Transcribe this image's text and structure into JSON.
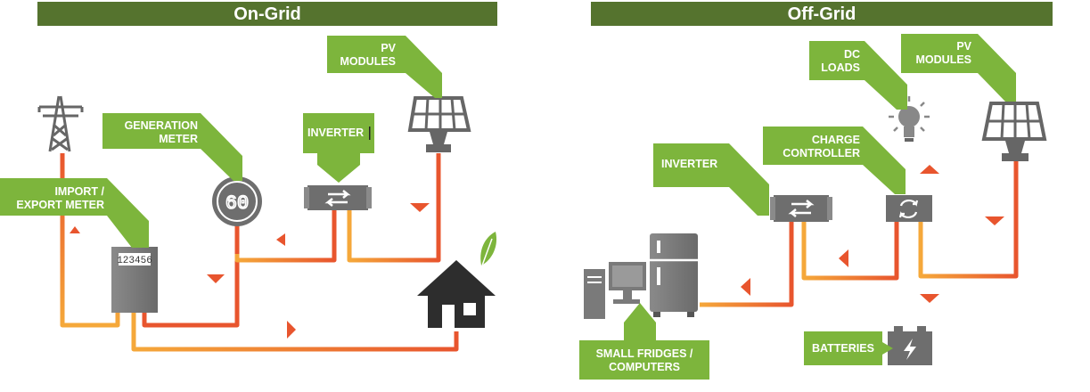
{
  "on_grid": {
    "header": "On-Grid",
    "labels": {
      "pv_modules": [
        "PV",
        "MODULES"
      ],
      "generation_meter": [
        "GENERATION",
        "METER"
      ],
      "inverter": [
        "INVERTER"
      ],
      "import_export_meter": [
        "IMPORT /",
        "EXPORT METER"
      ]
    },
    "meter_reading": "123456",
    "generation_display": "60"
  },
  "off_grid": {
    "header": "Off-Grid",
    "labels": {
      "dc_loads": [
        "DC",
        "LOADS"
      ],
      "pv_modules": [
        "PV",
        "MODULES"
      ],
      "inverter": [
        "INVERTER"
      ],
      "charge_controller": [
        "CHARGE",
        "CONTROLLER"
      ],
      "small_fridges_computers": [
        "SMALL FRIDGES /",
        "COMPUTERS"
      ],
      "batteries": [
        "BATTERIES"
      ]
    }
  },
  "colors": {
    "header_green": "#55732e",
    "label_green": "#7db53c",
    "device_gray": "#707070",
    "line_orange": "#f5a83a",
    "line_red": "#e8552e",
    "arrow_red": "#e8552e"
  }
}
